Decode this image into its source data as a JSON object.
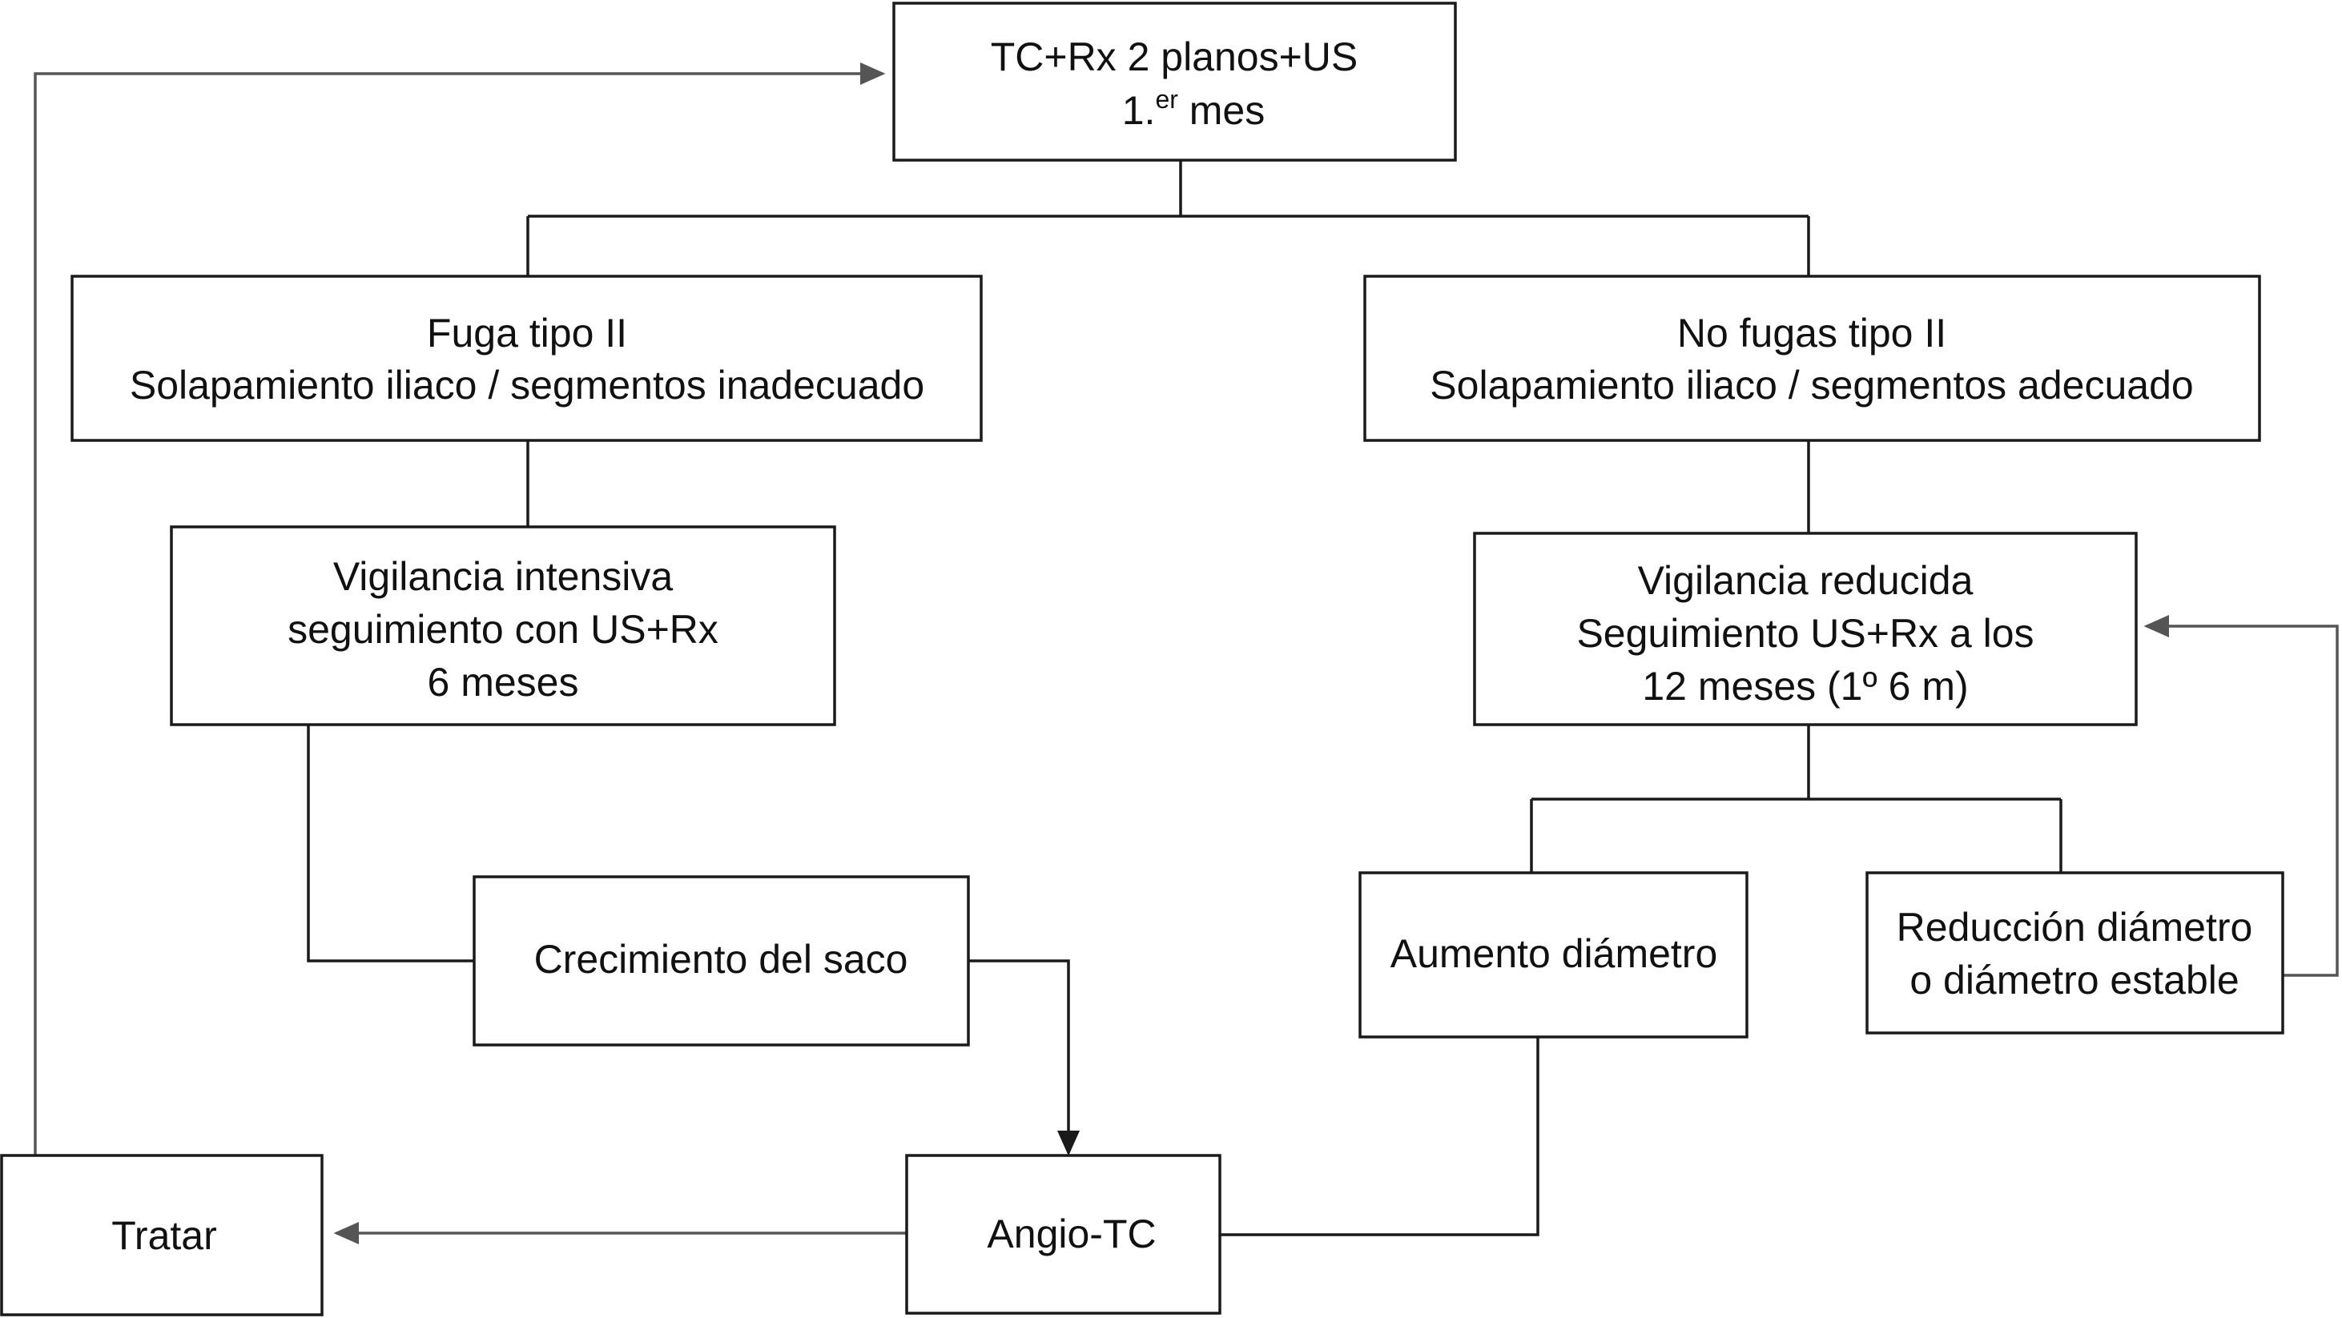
{
  "nodes": {
    "tc_rx": {
      "line1": "TC+Rx 2 planos+US",
      "line2_main": "1.",
      "line2_sup": "er",
      "line2_end": " mes"
    },
    "fuga": {
      "line1": "Fuga tipo II",
      "line2": "Solapamiento iliaco / segmentos inadecuado"
    },
    "no_fuga": {
      "line1": "No fugas tipo II",
      "line2": "Solapamiento iliaco / segmentos adecuado"
    },
    "vig_intensiva": {
      "line1": "Vigilancia intensiva",
      "line2": "seguimiento con US+Rx",
      "line3": "6 meses"
    },
    "vig_reducida": {
      "line1": "Vigilancia reducida",
      "line2": "Seguimiento US+Rx a los",
      "line3": "12 meses (1º 6 m)"
    },
    "crecimiento": {
      "label": "Crecimiento del saco"
    },
    "aumento": {
      "label": "Aumento diámetro"
    },
    "reduccion": {
      "line1": "Reducción diámetro",
      "line2": "o diámetro estable"
    },
    "angio": {
      "label": "Angio-TC"
    },
    "tratar": {
      "label": "Tratar"
    }
  }
}
